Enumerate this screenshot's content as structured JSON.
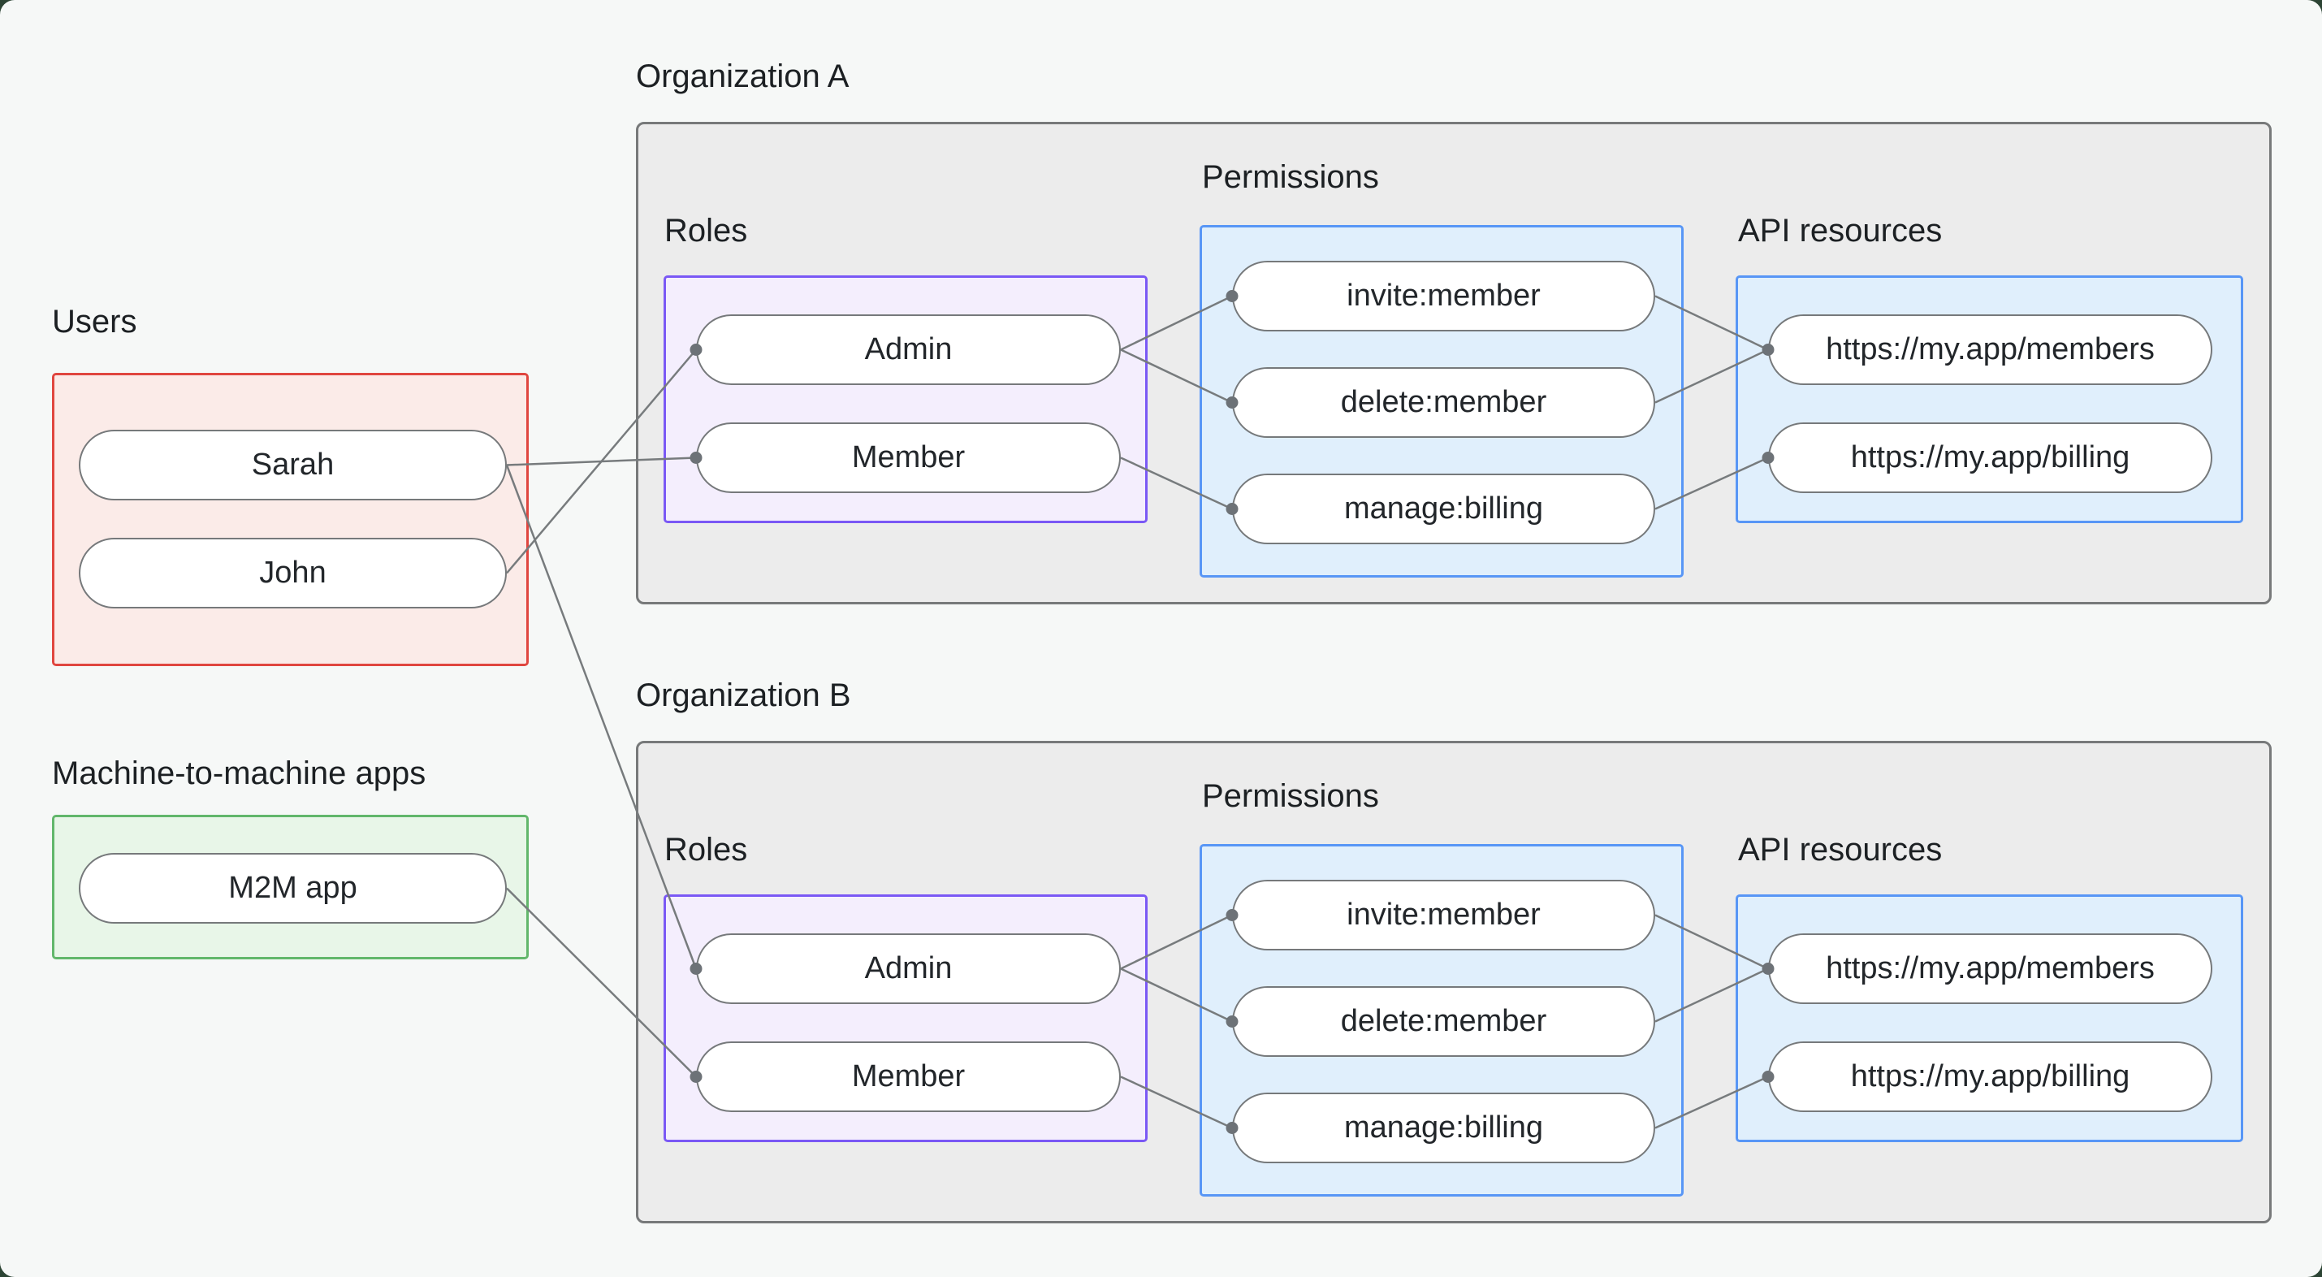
{
  "page": {
    "background": "#f6f8f7",
    "frame_color": "#2c4434"
  },
  "groups": {
    "users": {
      "title": "Users",
      "border_color": "#e0463f",
      "fill_color": "#fbebe8",
      "nodes": [
        {
          "id": "sarah",
          "label": "Sarah"
        },
        {
          "id": "john",
          "label": "John"
        }
      ]
    },
    "m2m": {
      "title": "Machine-to-machine apps",
      "border_color": "#62b76b",
      "fill_color": "#e8f6e8",
      "nodes": [
        {
          "id": "m2m-app",
          "label": "M2M app"
        }
      ]
    },
    "org_a": {
      "title": "Organization A",
      "roles": {
        "title": "Roles",
        "border_color": "#7a58f5",
        "fill_color": "#f4eefd",
        "nodes": [
          {
            "id": "a-admin",
            "label": "Admin"
          },
          {
            "id": "a-member",
            "label": "Member"
          }
        ]
      },
      "permissions": {
        "title": "Permissions",
        "border_color": "#5896f6",
        "fill_color": "#e0effc",
        "nodes": [
          {
            "id": "a-invite",
            "label": "invite:member"
          },
          {
            "id": "a-delete",
            "label": "delete:member"
          },
          {
            "id": "a-manage",
            "label": "manage:billing"
          }
        ]
      },
      "api_resources": {
        "title": "API resources",
        "border_color": "#5896f6",
        "fill_color": "#e0effc",
        "nodes": [
          {
            "id": "a-members",
            "label": "https://my.app/members"
          },
          {
            "id": "a-billing",
            "label": "https://my.app/billing"
          }
        ]
      }
    },
    "org_b": {
      "title": "Organization B",
      "roles": {
        "title": "Roles",
        "border_color": "#7a58f5",
        "fill_color": "#f4eefd",
        "nodes": [
          {
            "id": "b-admin",
            "label": "Admin"
          },
          {
            "id": "b-member",
            "label": "Member"
          }
        ]
      },
      "permissions": {
        "title": "Permissions",
        "border_color": "#5896f6",
        "fill_color": "#e0effc",
        "nodes": [
          {
            "id": "b-invite",
            "label": "invite:member"
          },
          {
            "id": "b-delete",
            "label": "delete:member"
          },
          {
            "id": "b-manage",
            "label": "manage:billing"
          }
        ]
      },
      "api_resources": {
        "title": "API resources",
        "border_color": "#5896f6",
        "fill_color": "#e0effc",
        "nodes": [
          {
            "id": "b-members",
            "label": "https://my.app/members"
          },
          {
            "id": "b-billing",
            "label": "https://my.app/billing"
          }
        ]
      }
    }
  },
  "edges": [
    {
      "from": "sarah",
      "to": "a-member"
    },
    {
      "from": "john",
      "to": "a-admin"
    },
    {
      "from": "sarah",
      "to": "b-admin"
    },
    {
      "from": "m2m-app",
      "to": "b-member"
    },
    {
      "from": "a-admin",
      "to": "a-invite"
    },
    {
      "from": "a-admin",
      "to": "a-delete"
    },
    {
      "from": "a-member",
      "to": "a-manage"
    },
    {
      "from": "a-invite",
      "to": "a-members"
    },
    {
      "from": "a-delete",
      "to": "a-members"
    },
    {
      "from": "a-manage",
      "to": "a-billing"
    },
    {
      "from": "b-admin",
      "to": "b-invite"
    },
    {
      "from": "b-admin",
      "to": "b-delete"
    },
    {
      "from": "b-member",
      "to": "b-manage"
    },
    {
      "from": "b-invite",
      "to": "b-members"
    },
    {
      "from": "b-delete",
      "to": "b-members"
    },
    {
      "from": "b-manage",
      "to": "b-billing"
    }
  ],
  "style": {
    "node_fill": "#ffffff",
    "node_border": "#76797b",
    "line_color": "#777b7d",
    "dot_color": "#6d7277",
    "org_fill": "#ececec",
    "org_border": "#77797a",
    "text_color": "#1c2023"
  }
}
